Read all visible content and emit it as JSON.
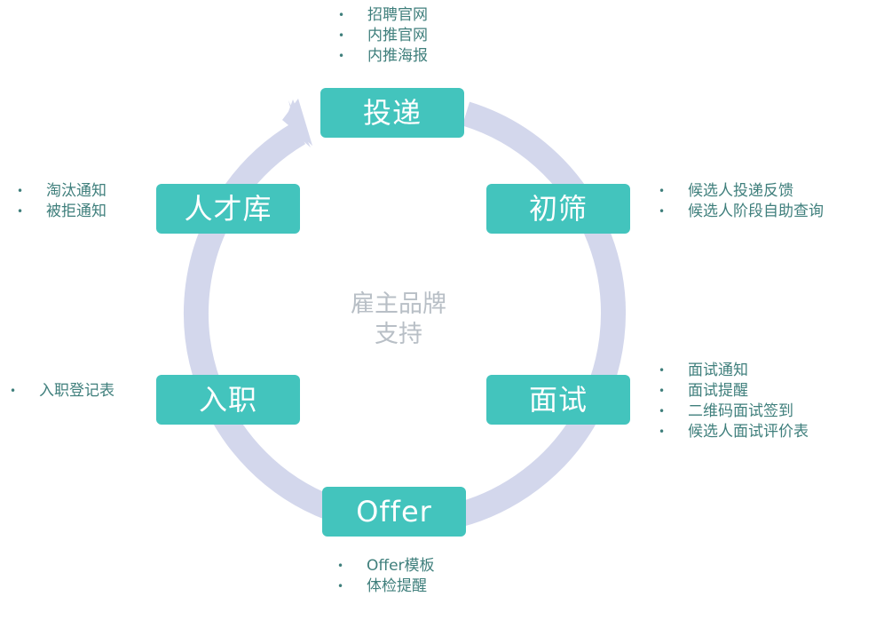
{
  "center": {
    "line1": "雇主品牌",
    "line2": "支持"
  },
  "stages": {
    "deliver": "投递",
    "screen": "初筛",
    "interview": "面试",
    "offer": "Offer",
    "onboard": "入职",
    "talent_pool": "人才库"
  },
  "notes": {
    "deliver": [
      "招聘官网",
      "内推官网",
      "内推海报"
    ],
    "screen": [
      "候选人投递反馈",
      "候选人阶段自助查询"
    ],
    "interview": [
      "面试通知",
      "面试提醒",
      "二维码面试签到",
      "候选人面试评价表"
    ],
    "offer": [
      "Offer模板",
      "体检提醒"
    ],
    "onboard": [
      "入职登记表"
    ],
    "talent_pool": [
      "淘汰通知",
      "被拒通知"
    ]
  },
  "colors": {
    "stage_fill": "#43c4bd",
    "ring": "#d3d7ec",
    "note_text": "#3f7f7c",
    "center_text": "#b8bfc6"
  }
}
